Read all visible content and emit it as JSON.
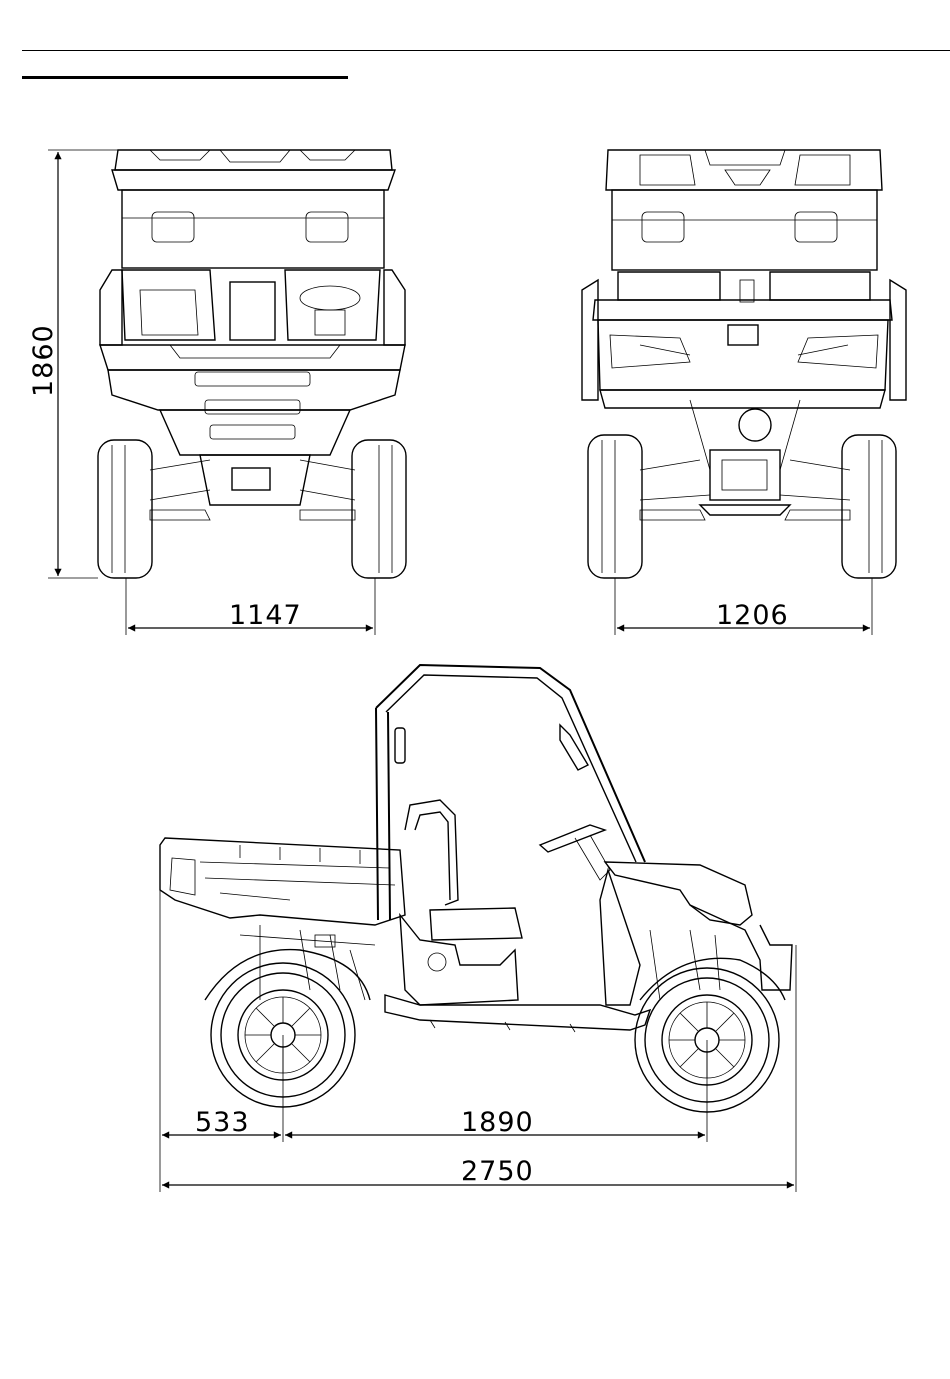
{
  "dimensions": {
    "height": "1860",
    "front_track": "1147",
    "rear_track": "1206",
    "rear_overhang": "533",
    "wheelbase": "1890",
    "overall_length": "2750"
  }
}
